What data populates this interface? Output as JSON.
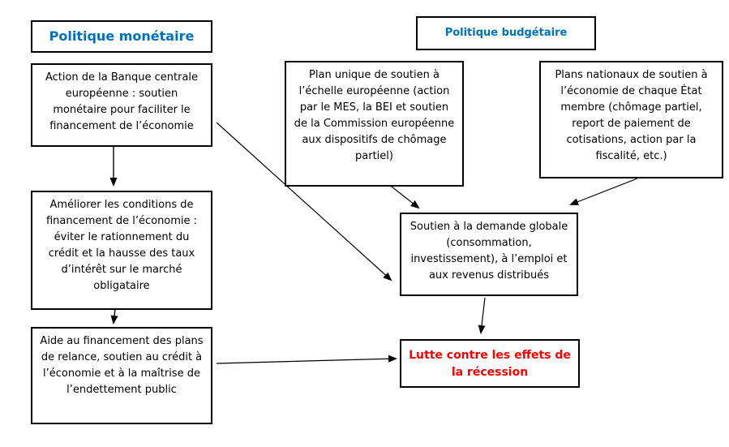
{
  "diagram": {
    "titles": {
      "monetary": "Politique monétaire",
      "budget": "Politique budgétaire"
    },
    "boxes": {
      "bce_action": "Action de la Banque centrale européenne : soutien monétaire pour faciliter le financement de l’économie",
      "plan_unique": "Plan unique de soutien à l’échelle européenne (action par le MES, la BEI et soutien de la Commission européenne aux dispositifs de chômage partiel)",
      "plans_nationaux": "Plans nationaux de soutien à l’économie de chaque État membre (chômage partiel, report de paiement de cotisations, action par la fiscalité, etc.)",
      "ameliorer_conditions": "Améliorer les conditions de financement de l’économie : éviter le rationnement du crédit et la hausse des taux d’intérêt sur le marché obligataire",
      "soutien_demande": "Soutien à la demande globale (consommation, investissement), à l’emploi et aux revenus distribués",
      "aide_financement": "Aide au financement des plans de relance, soutien au crédit à l’économie et à la maîtrise de l’endettement public",
      "lutte_recession": "Lutte contre les effets de la récession"
    },
    "colors": {
      "title_blue": "#0070C0",
      "alert_red": "#FF0000",
      "border_black": "#000000"
    }
  }
}
